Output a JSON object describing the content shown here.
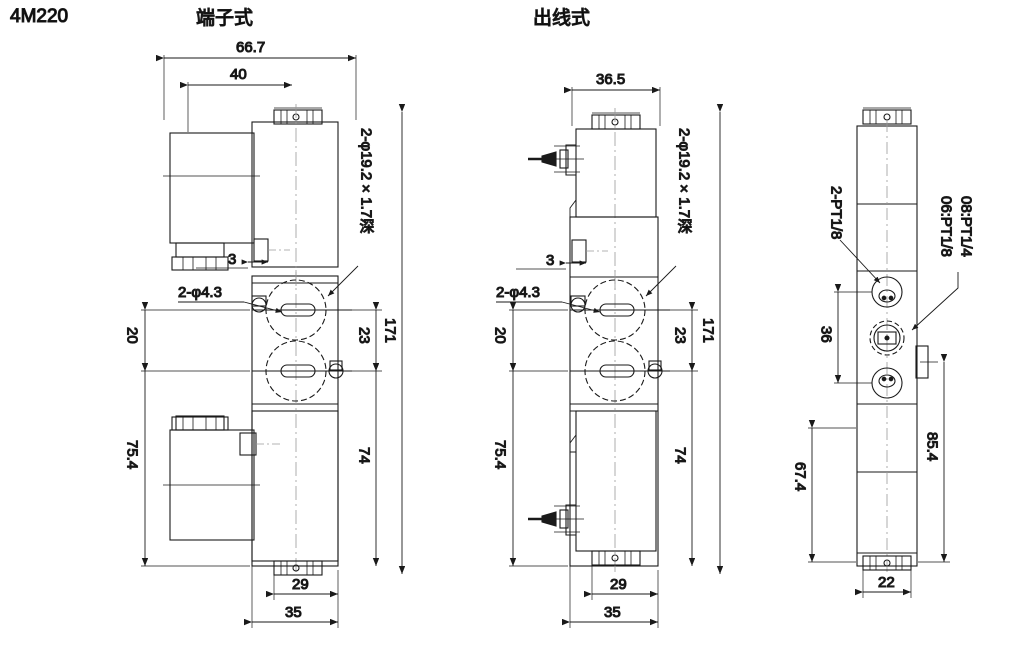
{
  "sheet": {
    "model_label": "4M220",
    "background": "#ffffff",
    "line_color": "#1a1a1a"
  },
  "views": [
    {
      "id": "terminal-type",
      "title": "端子式",
      "title_meaning": "terminal type",
      "dimensions": {
        "top_overall": "66.7",
        "top_inner": "40",
        "offset_small": "3",
        "left_upper": "20",
        "left_lower": "75.4",
        "right_upper": "23",
        "right_lower": "74",
        "right_overall": "171",
        "bottom_inner": "29",
        "bottom_overall": "35"
      },
      "callouts": {
        "port_counterbore": "2-φ19.2×1.7深",
        "mounting_hole": "2-φ4.3"
      }
    },
    {
      "id": "lead-wire-type",
      "title": "出线式",
      "title_meaning": "lead wire type",
      "dimensions": {
        "top_overall": "36.5",
        "offset_small": "3",
        "left_upper": "20",
        "left_lower": "75.4",
        "right_upper": "23",
        "right_lower": "74",
        "right_overall": "171",
        "bottom_inner": "29",
        "bottom_overall": "35"
      },
      "callouts": {
        "port_counterbore": "2-φ19.2×1.7深",
        "mounting_hole": "2-φ4.3"
      }
    },
    {
      "id": "front-port-view",
      "title": "",
      "dimensions": {
        "port_spacing": "36",
        "left_overall": "67.4",
        "right_overall": "85.4",
        "bottom_width": "22"
      },
      "callouts": {
        "top_ports": "2-PT1/8",
        "size_06": "06:PT1/8",
        "size_08": "08:PT1/4"
      }
    }
  ]
}
